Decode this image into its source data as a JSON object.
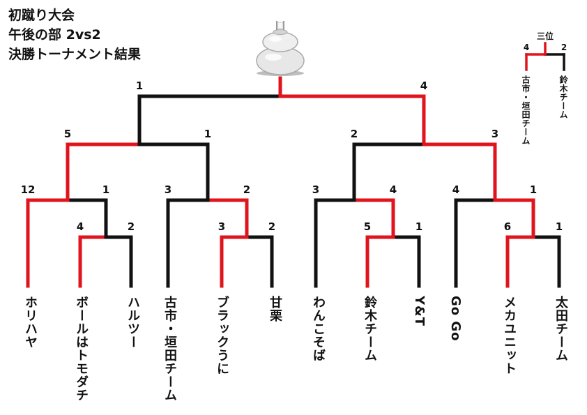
{
  "title": {
    "line1": "初蹴り大会",
    "line2": "午後の部 2vs2",
    "line3": "決勝トーナメント結果"
  },
  "colors": {
    "winner": "#e0141c",
    "loser": "#111111"
  },
  "trophy_icon": "kagami-mochi-icon",
  "teams": [
    "ホリハヤ",
    "ボールはトモダチ",
    "ハルツー",
    "古市・垣田チーム",
    "ブラックうに",
    "甘栗",
    "わんこそば",
    "鈴木チーム",
    "Y&T",
    "Go Go",
    "メカユニット",
    "太田チーム"
  ],
  "matches": [
    {
      "id": "r1a",
      "left_score": "4",
      "right_score": "2",
      "winner": "left"
    },
    {
      "id": "r1b",
      "left_score": "3",
      "right_score": "2",
      "winner": "left"
    },
    {
      "id": "r1c",
      "left_score": "5",
      "right_score": "1",
      "winner": "left"
    },
    {
      "id": "r1d",
      "left_score": "6",
      "right_score": "1",
      "winner": "left"
    },
    {
      "id": "r2a",
      "left_score": "12",
      "right_score": "1",
      "winner": "left"
    },
    {
      "id": "r2b",
      "left_score": "3",
      "right_score": "2",
      "winner": "right"
    },
    {
      "id": "r2c",
      "left_score": "3",
      "right_score": "4",
      "winner": "right"
    },
    {
      "id": "r2d",
      "left_score": "4",
      "right_score": "1",
      "winner": "right"
    },
    {
      "id": "semi1",
      "left_score": "5",
      "right_score": "1",
      "winner": "left"
    },
    {
      "id": "semi2",
      "left_score": "2",
      "right_score": "3",
      "winner": "right"
    },
    {
      "id": "final",
      "left_score": "1",
      "right_score": "4",
      "winner": "right"
    }
  ],
  "third_place": {
    "label": "三位",
    "left_score": "4",
    "right_score": "2",
    "winner": "left",
    "left_team": "古市・垣田チーム",
    "right_team": "鈴木チーム"
  }
}
